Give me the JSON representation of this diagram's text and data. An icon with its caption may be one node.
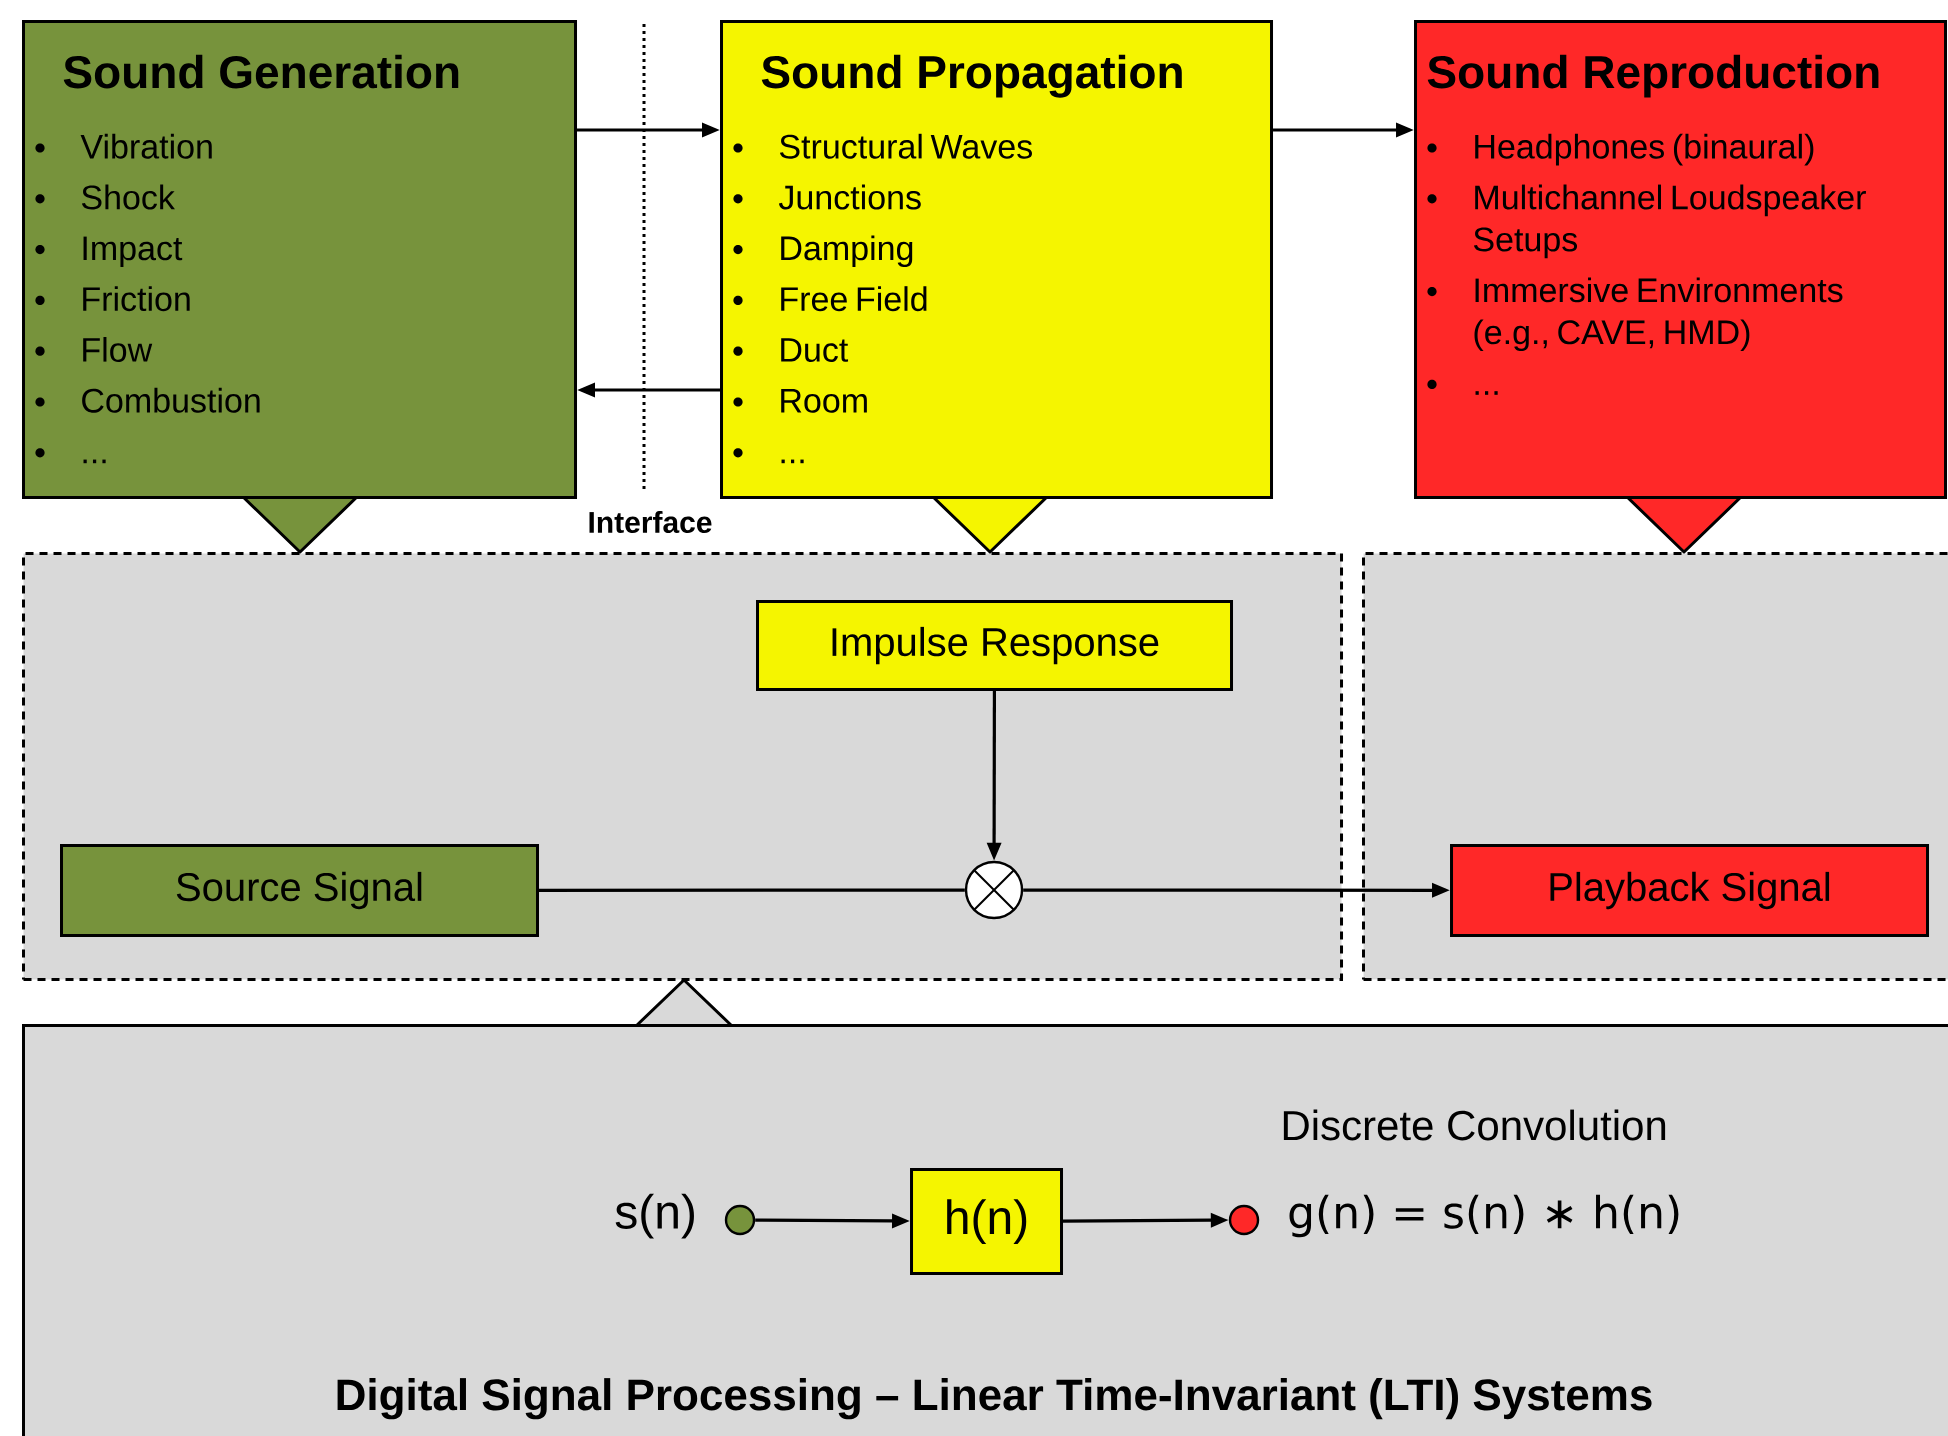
{
  "diagram": {
    "nodes": [
      {
        "text": [
          "Sound Generation",
          "Vibration",
          "Shock",
          "Impact",
          "Friction",
          "Flow",
          "Combustion",
          "..."
        ]
      },
      {
        "text": [
          "Sound Propagation",
          "Structural Waves",
          "Junctions",
          "Damping",
          "Free Field",
          "Duct",
          "Room",
          "..."
        ]
      },
      {
        "text": [
          "Sound Reproduction",
          "Headphones (binaural)",
          "Multichannel Loudspeaker Setups",
          "Immersive Environments (e.g., CAVE, HMD)",
          "..."
        ]
      },
      {
        "text": [],
        "shape": "box"
      },
      {
        "text": [],
        "shape": "box"
      },
      {
        "text": [
          "Impulse Response"
        ],
        "in": 3
      },
      {
        "text": [
          "Source Signal"
        ],
        "in": 3
      },
      {
        "text": [],
        "shape": "circle",
        "in": 3
      },
      {
        "text": [
          "Playback Signal"
        ],
        "in": 4
      },
      {
        "text": [
          "Digital Signal Processing – Linear Time-Invariant (LTI) Systems"
        ]
      },
      {
        "text": [],
        "shape": "circle",
        "beside": [
          "s(n)"
        ],
        "in": 9
      },
      {
        "text": [
          "h(n)"
        ],
        "in": 9
      },
      {
        "text": [],
        "shape": "circle",
        "beside": [
          "Discrete Convolution",
          "g(n) = s(n) ∗ h(n)"
        ],
        "in": 9
      }
    ],
    "edges": [
      {
        "from": 0,
        "to": 1,
        "arrow": "to"
      },
      {
        "from": 1,
        "to": 0,
        "arrow": "to"
      },
      {
        "from": 1,
        "to": 2,
        "arrow": "to"
      },
      {
        "from": 5,
        "to": 7,
        "arrow": "to"
      },
      {
        "from": 6,
        "to": 7,
        "arrow": "none"
      },
      {
        "from": 7,
        "to": 8,
        "arrow": "to"
      },
      {
        "from": 10,
        "to": 11,
        "arrow": "to"
      },
      {
        "from": 11,
        "to": 12,
        "arrow": "to"
      }
    ],
    "labels": [
      "Interface"
    ]
  }
}
